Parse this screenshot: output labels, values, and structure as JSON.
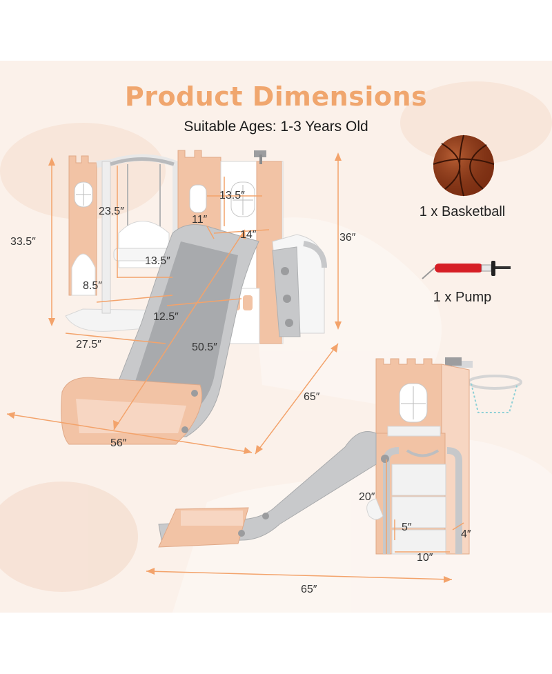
{
  "header": {
    "title": "Product Dimensions",
    "subtitle": "Suitable Ages: 1-3 Years Old"
  },
  "accessories": [
    {
      "label": "1 x Basketball",
      "icon": "basketball-icon"
    },
    {
      "label": "1 x Pump",
      "icon": "pump-icon"
    }
  ],
  "dimensions": {
    "left_height": "33.5″",
    "swing_height": "23.5″",
    "swing_seat_width": "13.5″",
    "swing_seat_depth": "8.5″",
    "swing_base": "27.5″",
    "window_width": "13.5″",
    "platform_side": "11″",
    "platform_width": "14″",
    "right_height": "36″",
    "slide_width": "12.5″",
    "slide_length": "50.5″",
    "overall_depth": "65″",
    "overall_width": "56″",
    "climb_height": "20″",
    "step_height": "5″",
    "step_depth": "4″",
    "step_width": "10″",
    "side_length": "65″"
  },
  "colors": {
    "accent": "#f0a66e",
    "peach": "#f2c3a5",
    "gray": "#c7c8ca",
    "dimension_line": "#f3a36b",
    "background": "#fbf1ea"
  }
}
